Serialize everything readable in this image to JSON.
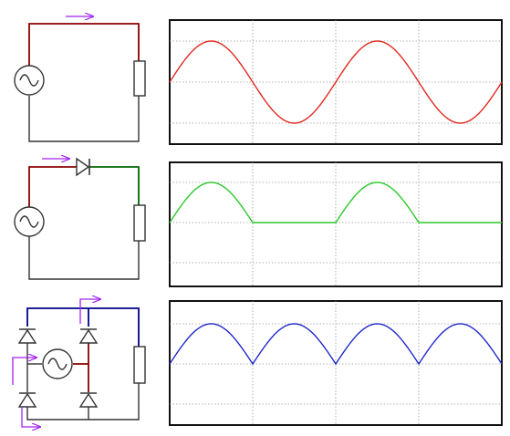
{
  "colors": {
    "background": "#ffffff",
    "circuit_wire": "#333333",
    "current_arrow": "#a020f0",
    "ac_source": "#333333",
    "scope_frame": "#111111",
    "scope_grid": "#9a9a9a"
  },
  "panels": [
    {
      "id": "ac-input",
      "circuit": "ac-source-resistor",
      "waveform": "full-sine",
      "color": "#e0281e",
      "cycles": 2
    },
    {
      "id": "half-wave",
      "circuit": "single-diode-rectifier",
      "waveform": "half-wave-rectified",
      "color": "#28c828",
      "cycles": 2
    },
    {
      "id": "full-wave",
      "circuit": "bridge-rectifier",
      "waveform": "full-wave-rectified",
      "color": "#1e28c8",
      "cycles": 2
    }
  ]
}
